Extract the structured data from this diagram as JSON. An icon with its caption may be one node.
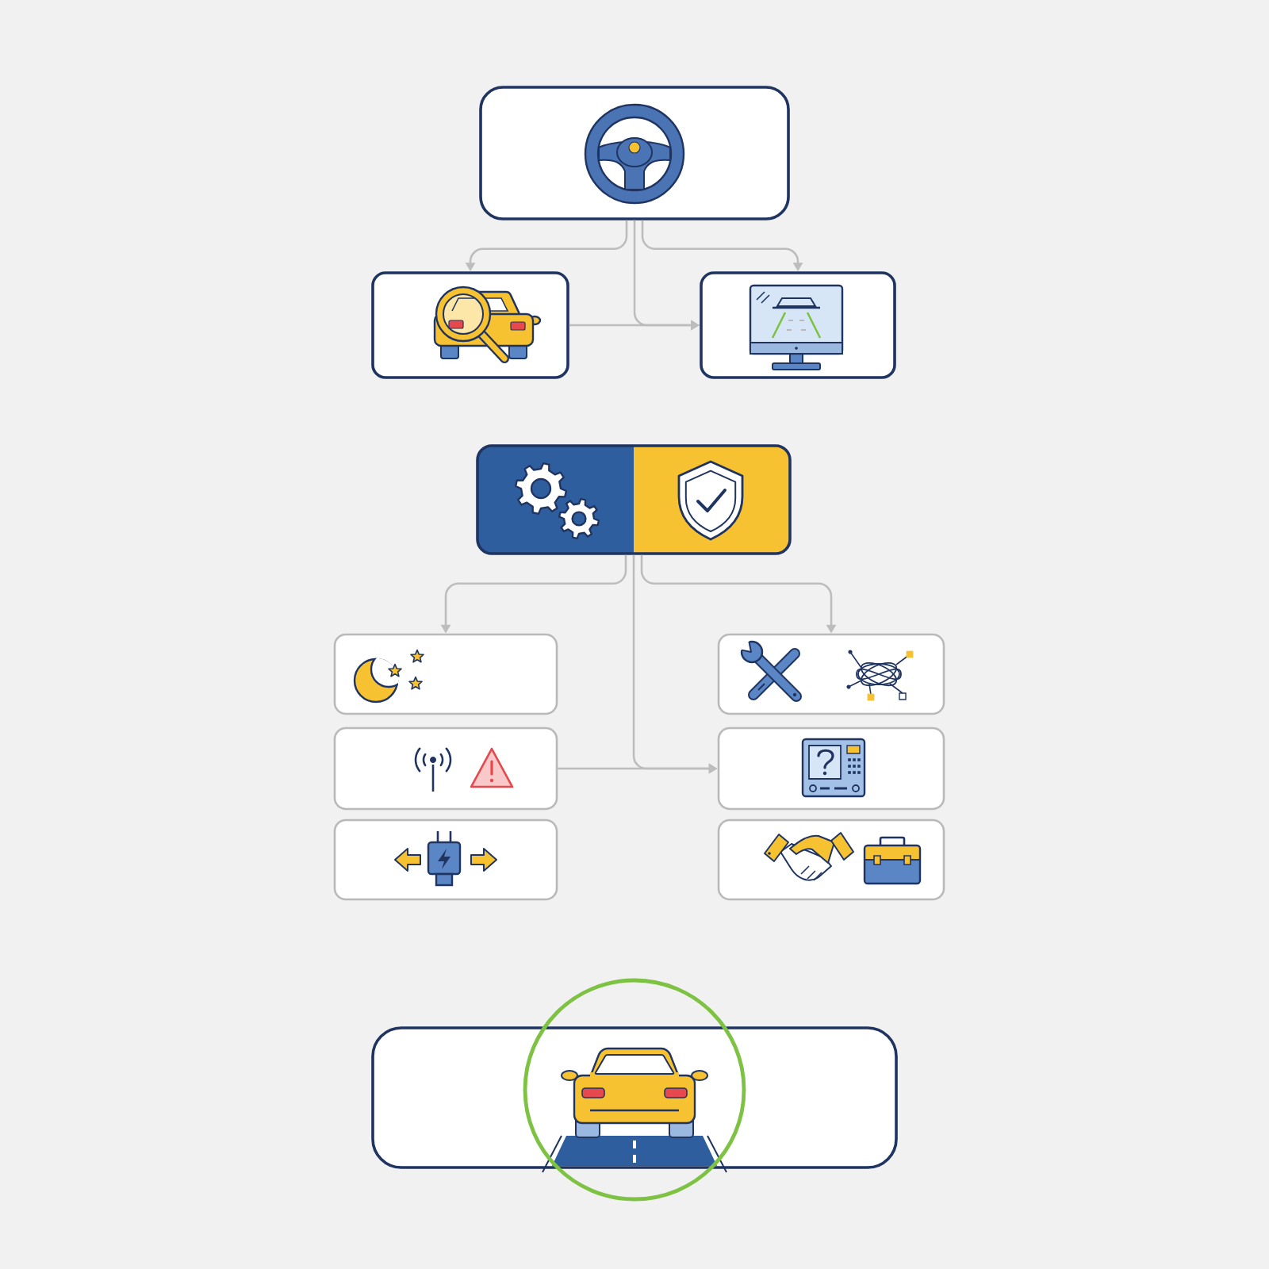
{
  "diagram": {
    "nodes": [
      {
        "text": [],
        "shape": "box"
      },
      {
        "text": [],
        "shape": "box"
      },
      {
        "text": [],
        "shape": "box"
      },
      {
        "text": [],
        "shape": "box"
      },
      {
        "text": [],
        "shape": "box"
      },
      {
        "text": [],
        "shape": "box"
      },
      {
        "text": [],
        "shape": "box"
      },
      {
        "text": [],
        "shape": "box"
      },
      {
        "text": [],
        "shape": "box"
      },
      {
        "text": [],
        "shape": "box"
      },
      {
        "text": [],
        "shape": "box"
      }
    ],
    "edges": [
      {
        "from": 0,
        "to": 1,
        "arrow": "to"
      },
      {
        "from": 0,
        "to": 2,
        "arrow": "to"
      },
      {
        "from": 0,
        "to": 2,
        "arrow": "to"
      },
      {
        "from": 1,
        "to": 2,
        "arrow": "to"
      },
      {
        "from": 3,
        "to": 4,
        "arrow": "to"
      },
      {
        "from": 3,
        "to": 7,
        "arrow": "to"
      },
      {
        "from": 3,
        "to": 8,
        "arrow": "to"
      },
      {
        "from": 5,
        "to": 8,
        "arrow": "to"
      }
    ]
  }
}
